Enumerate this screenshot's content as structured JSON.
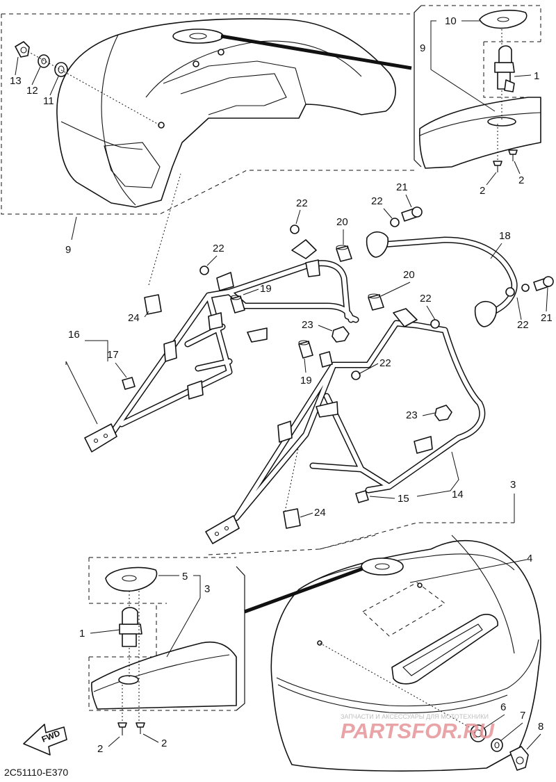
{
  "diagram_code": "2C51110-E370",
  "fwd_label": "FWD",
  "watermark": {
    "caption": "ЗАПЧАСТИ И АКСЕССУАРЫ ДЛЯ МОТОТЕХНИКИ",
    "brand": "PARTSFOR.RU",
    "color": "#e6959a"
  },
  "callouts": {
    "c1_top": "1",
    "c2_top_a": "2",
    "c2_top_b": "2",
    "c9_inset": "9",
    "c9_bottom": "9",
    "c10": "10",
    "c11": "11",
    "c12": "12",
    "c13": "13",
    "c14": "14",
    "c15": "15",
    "c16": "16",
    "c17": "17",
    "c18": "18",
    "c19_a": "19",
    "c19_b": "19",
    "c20_a": "20",
    "c20_b": "20",
    "c21_a": "21",
    "c21_b": "21",
    "c22_a": "22",
    "c22_b": "22",
    "c22_c": "22",
    "c22_d": "22",
    "c22_e": "22",
    "c22_f": "22",
    "c23_a": "23",
    "c23_b": "23",
    "c24_a": "24",
    "c24_b": "24",
    "c3_main": "3",
    "c3_inset": "3",
    "c4": "4",
    "c5": "5",
    "c1_bottom": "1",
    "c2_bottom_a": "2",
    "c2_bottom_b": "2",
    "c6": "6",
    "c7": "7",
    "c8": "8"
  }
}
